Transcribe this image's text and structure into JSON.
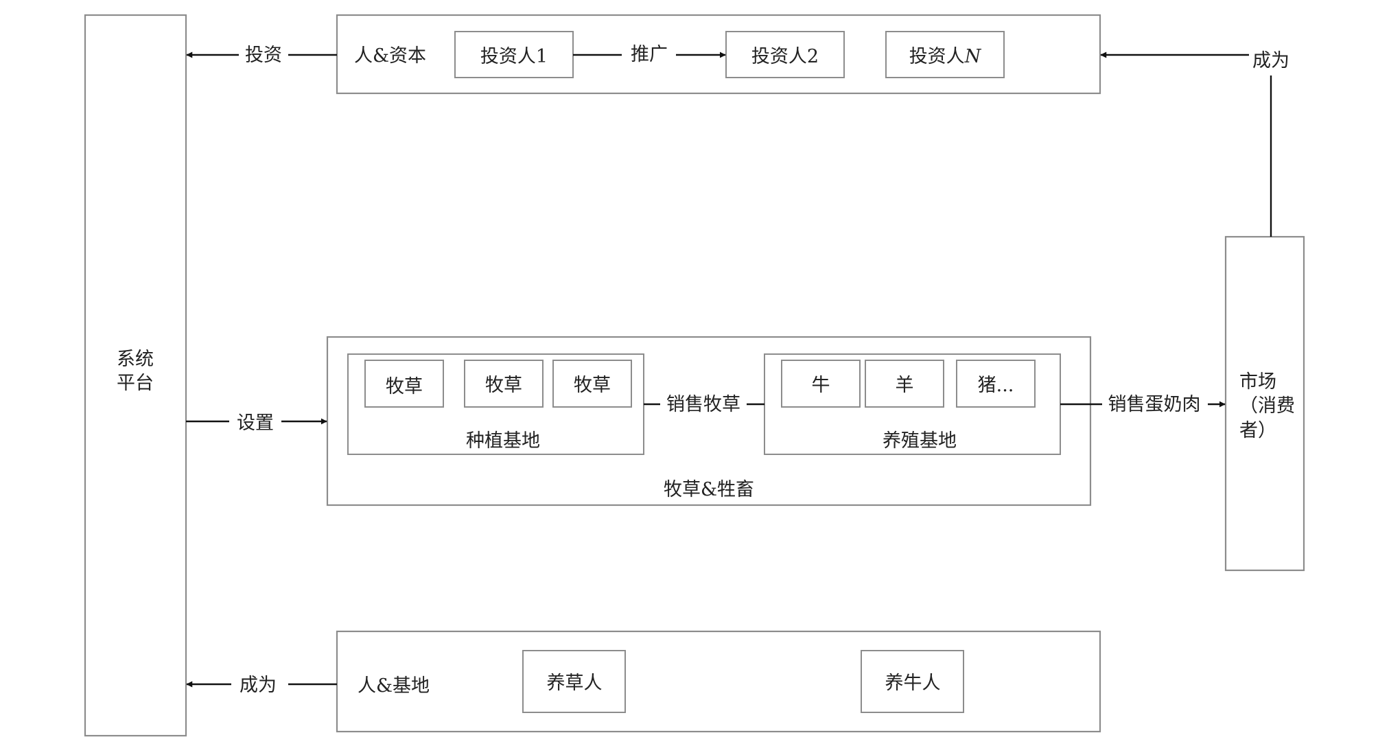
{
  "system_platform": {
    "line1": "系统",
    "line2": "平台"
  },
  "market": {
    "line1": "市场",
    "line2": "（消费",
    "line3": "者）"
  },
  "top_group": {
    "title": "人&资本",
    "investor1": "投资人1",
    "investor2": "投资人2",
    "investorN_prefix": "投资人",
    "investorN_suffix": "N"
  },
  "middle_group": {
    "title": "牧草&牲畜",
    "planting_base": {
      "title": "种植基地",
      "items": [
        "牧草",
        "牧草",
        "牧草"
      ]
    },
    "breeding_base": {
      "title": "养殖基地",
      "items": [
        "牛",
        "羊",
        "猪..."
      ]
    }
  },
  "bottom_group": {
    "title": "人&基地",
    "grass_grower": "养草人",
    "cattle_raiser": "养牛人"
  },
  "edge_labels": {
    "invest": "投资",
    "promote": "推广",
    "become_top": "成为",
    "setup": "设置",
    "sell_grass": "销售牧草",
    "sell_products": "销售蛋奶肉",
    "become_bottom": "成为"
  }
}
